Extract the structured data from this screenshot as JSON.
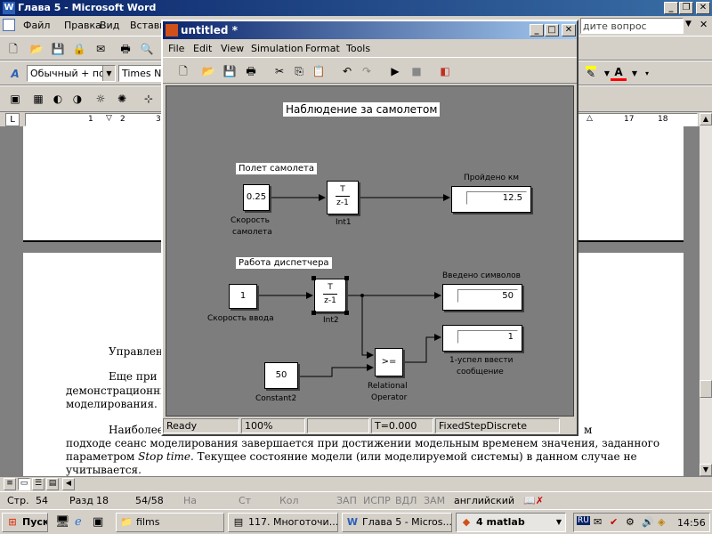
{
  "word": {
    "title": "Глава 5 - Microsoft Word",
    "menu": [
      "Файл",
      "Правка",
      "Вид",
      "Вставка"
    ],
    "help_placeholder": "дите вопрос",
    "style_combo": "Обычный + по ц",
    "font_combo": "Times New",
    "ruler_marks": [
      "1",
      "2",
      "3",
      "17",
      "18"
    ],
    "doc_lines": {
      "l1": "Управлени",
      "l2": "Еще при з",
      "l3": "демонстрационны",
      "l4": "моделирования.",
      "l5": "Наиболее",
      "l5_end": "м",
      "l6": "подходе сеанс моделирования завершается при достижении модельным временем значения, заданного",
      "l7a": "параметром ",
      "l7b": "Stop time",
      "l7c": ". Текущее состояние модели (или моделируемой системы) в данном случае не",
      "l8": "учитывается."
    },
    "status": {
      "page": "Стр.",
      "page_num": "54",
      "section": "Разд",
      "section_num": "18",
      "pages": "54/58",
      "at": "На",
      "line": "Ст",
      "col": "Кол",
      "rec": "ЗАП",
      "trk": "ИСПР",
      "ext": "ВДЛ",
      "ovr": "ЗАМ",
      "lang": "английский"
    }
  },
  "taskbar": {
    "start": "Пуск",
    "items": [
      {
        "label": "films"
      },
      {
        "label": "117. Многоточи..."
      },
      {
        "label": "Глава 5 - Micros..."
      },
      {
        "label": "4 matlab"
      }
    ],
    "lang": "RU",
    "clock": "14:56"
  },
  "simulink": {
    "title": "untitled *",
    "menu": [
      "File",
      "Edit",
      "View",
      "Simulation",
      "Format",
      "Tools"
    ],
    "diagram_title": "Наблюдение за самолетом",
    "annot_flight": "Полет самолета",
    "annot_dispatcher": "Работа диспетчера",
    "blocks": {
      "speed_value": "0.25",
      "speed_label_1": "Скорость",
      "speed_label_2": "самолета",
      "int1_num": "T",
      "int1_den": "z-1",
      "int1_label": "Int1",
      "dist_label": "Пройдено км",
      "dist_value": "12.5",
      "input_value": "1",
      "input_label": "Скорость ввода",
      "int2_num": "T",
      "int2_den": "z-1",
      "int2_label": "Int2",
      "typed_label": "Введено символов",
      "typed_value": "50",
      "const_value": "50",
      "const_label": "Constant2",
      "relop_sym": ">=",
      "relop_label_1": "Relational",
      "relop_label_2": "Operator",
      "result_value": "1",
      "result_label_1": "1-успел ввести",
      "result_label_2": "сообщение"
    },
    "status": {
      "ready": "Ready",
      "zoom": "100%",
      "time": "T=0.000",
      "solver": "FixedStepDiscrete"
    }
  }
}
